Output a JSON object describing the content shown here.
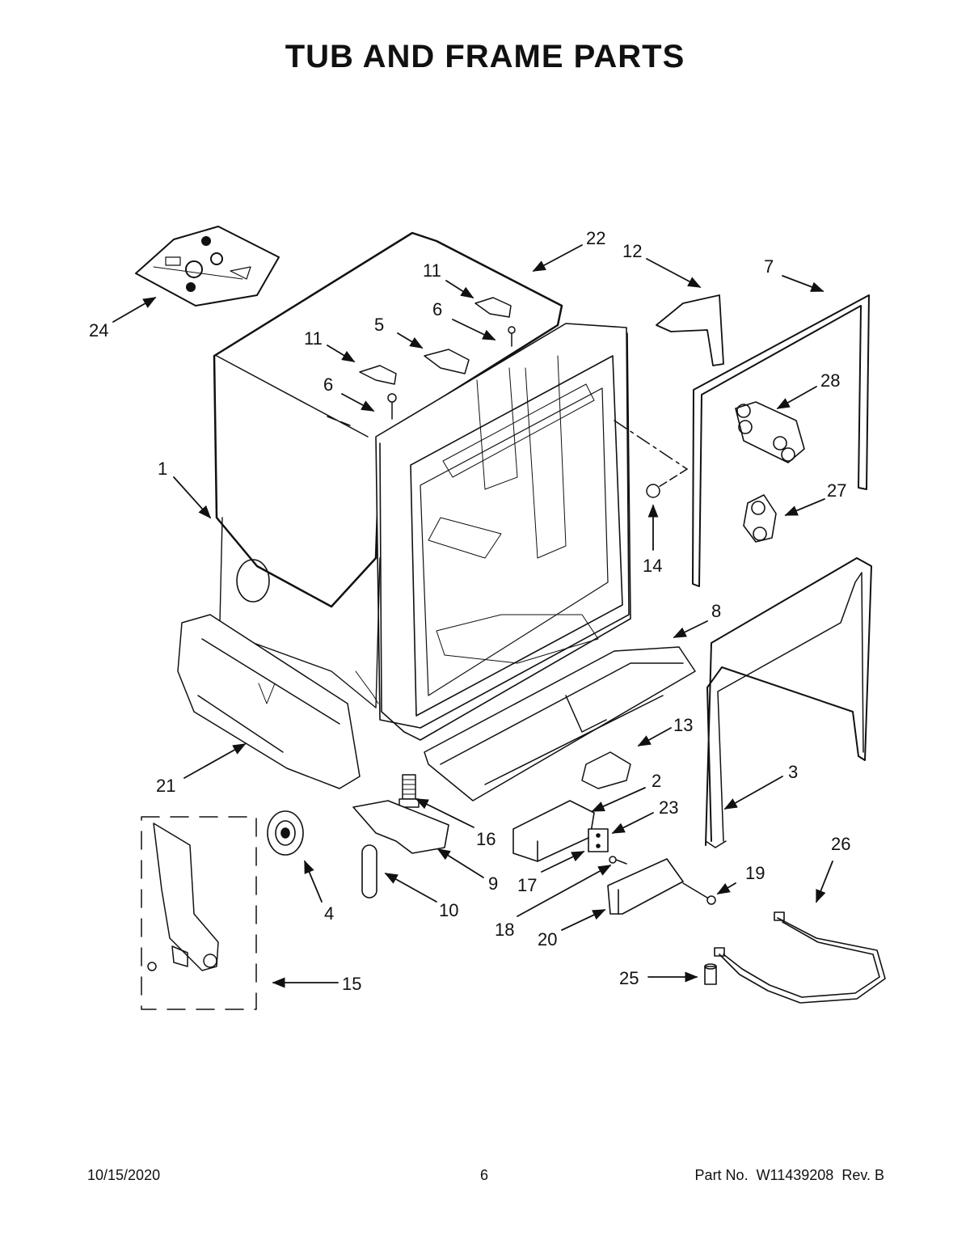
{
  "title": "TUB AND FRAME PARTS",
  "callouts": [
    "1",
    "2",
    "3",
    "4",
    "5",
    "6",
    "6",
    "7",
    "8",
    "9",
    "10",
    "11",
    "11",
    "12",
    "13",
    "14",
    "15",
    "16",
    "17",
    "18",
    "19",
    "20",
    "21",
    "22",
    "23",
    "24",
    "25",
    "26",
    "27",
    "28"
  ],
  "footer": {
    "date": "10/15/2020",
    "page": "6",
    "part_no": "Part No.  W11439208  Rev. B"
  }
}
